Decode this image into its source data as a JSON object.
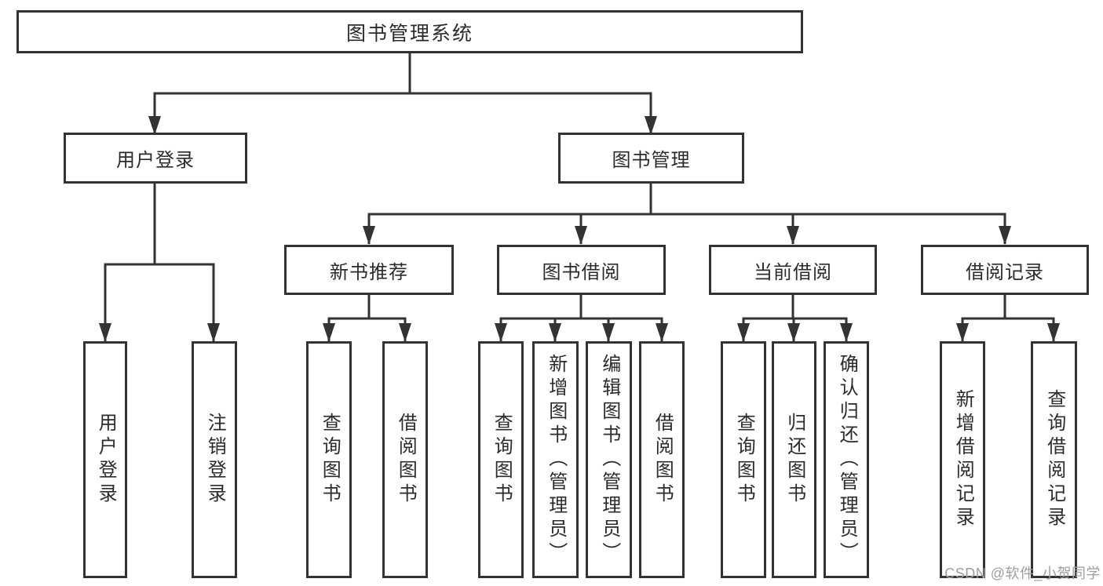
{
  "diagram": {
    "tree": {
      "root": "图书管理系统",
      "branches": [
        {
          "label": "用户登录",
          "leaves": [
            "用户登录",
            "注销登录"
          ]
        },
        {
          "label": "图书管理",
          "sections": [
            {
              "label": "新书推荐",
              "leaves": [
                "查询图书",
                "借阅图书"
              ]
            },
            {
              "label": "图书借阅",
              "leaves": [
                "查询图书",
                "新增图书（管理员）",
                "编辑图书（管理员）",
                "借阅图书"
              ]
            },
            {
              "label": "当前借阅",
              "leaves": [
                "查询图书",
                "归还图书",
                "确认归还（管理员）"
              ]
            },
            {
              "label": "借阅记录",
              "leaves": [
                "新增借阅记录",
                "查询借阅记录"
              ]
            }
          ]
        }
      ]
    },
    "watermark": "CSDN @软件_小贺同学",
    "colors": {
      "line": "#333333",
      "text": "#2b2b2b",
      "watermark": "#9e9e9e",
      "background": "#ffffff"
    }
  }
}
